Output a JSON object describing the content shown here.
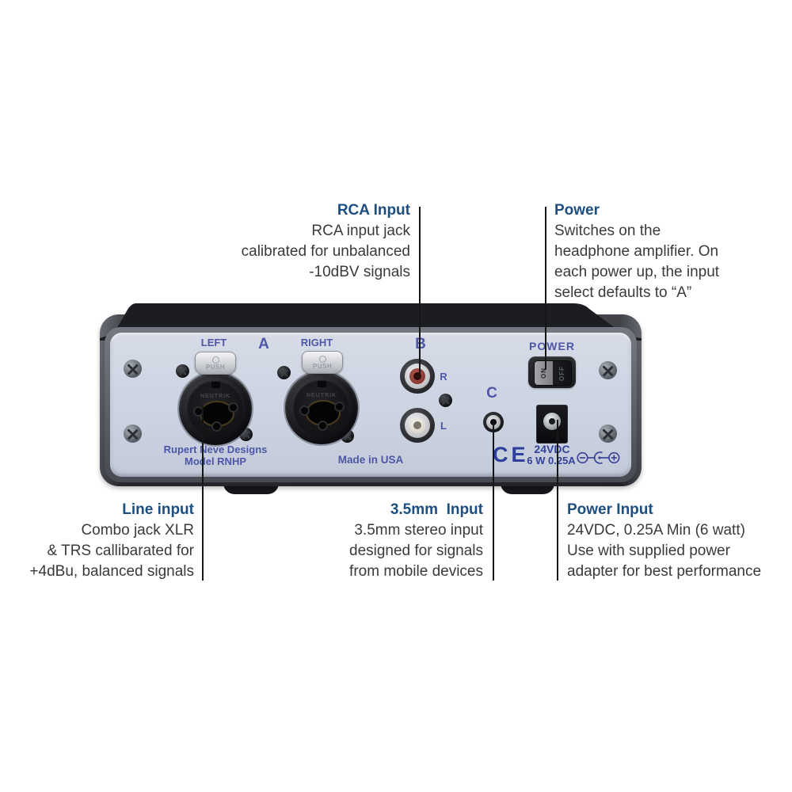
{
  "annotations": {
    "rca_input": {
      "title": "RCA Input",
      "lines": [
        "RCA input jack",
        "calibrated for unbalanced",
        "-10dBV signals"
      ]
    },
    "power": {
      "title": "Power",
      "lines": [
        "Switches on the",
        "headphone amplifier. On",
        "each power up, the input",
        "select defaults to “A”"
      ]
    },
    "line_input": {
      "title": "Line input",
      "lines": [
        "Combo jack XLR",
        "& TRS callibarated for",
        "+4dBu, balanced signals"
      ]
    },
    "mm35_input": {
      "title": "3.5mm  Input",
      "lines": [
        "3.5mm stereo input",
        "designed for signals",
        "from mobile devices"
      ]
    },
    "power_input": {
      "title": "Power Input",
      "lines": [
        "24VDC, 0.25A Min (6 watt)",
        "Use with supplied power",
        "adapter for best performance"
      ]
    }
  },
  "device": {
    "labels": {
      "left": "LEFT",
      "a": "A",
      "right": "RIGHT",
      "b": "B",
      "c": "C",
      "r": "R",
      "l": "L",
      "power": "POWER",
      "on": "ON",
      "off": "OFF",
      "push": "PUSH",
      "neutrik": "NEUTRIK",
      "brand_line1": "Rupert Neve Designs",
      "brand_line2": "Model RNHP",
      "made_in": "Made in USA",
      "ce": "CE",
      "volts": "24VDC",
      "rating": "6 W 0.25A"
    }
  },
  "colors": {
    "annotation_title": "#1d4e80",
    "annotation_body": "#3a3a3c",
    "panel_text": "#4d57a6",
    "ce_text": "#2e3e9b",
    "faceplate": "#ccd3e1",
    "chassis": "#2c2e33",
    "callout_line": "#161616",
    "rca_red": "#8a3733",
    "rca_white": "#ddd9d0"
  }
}
